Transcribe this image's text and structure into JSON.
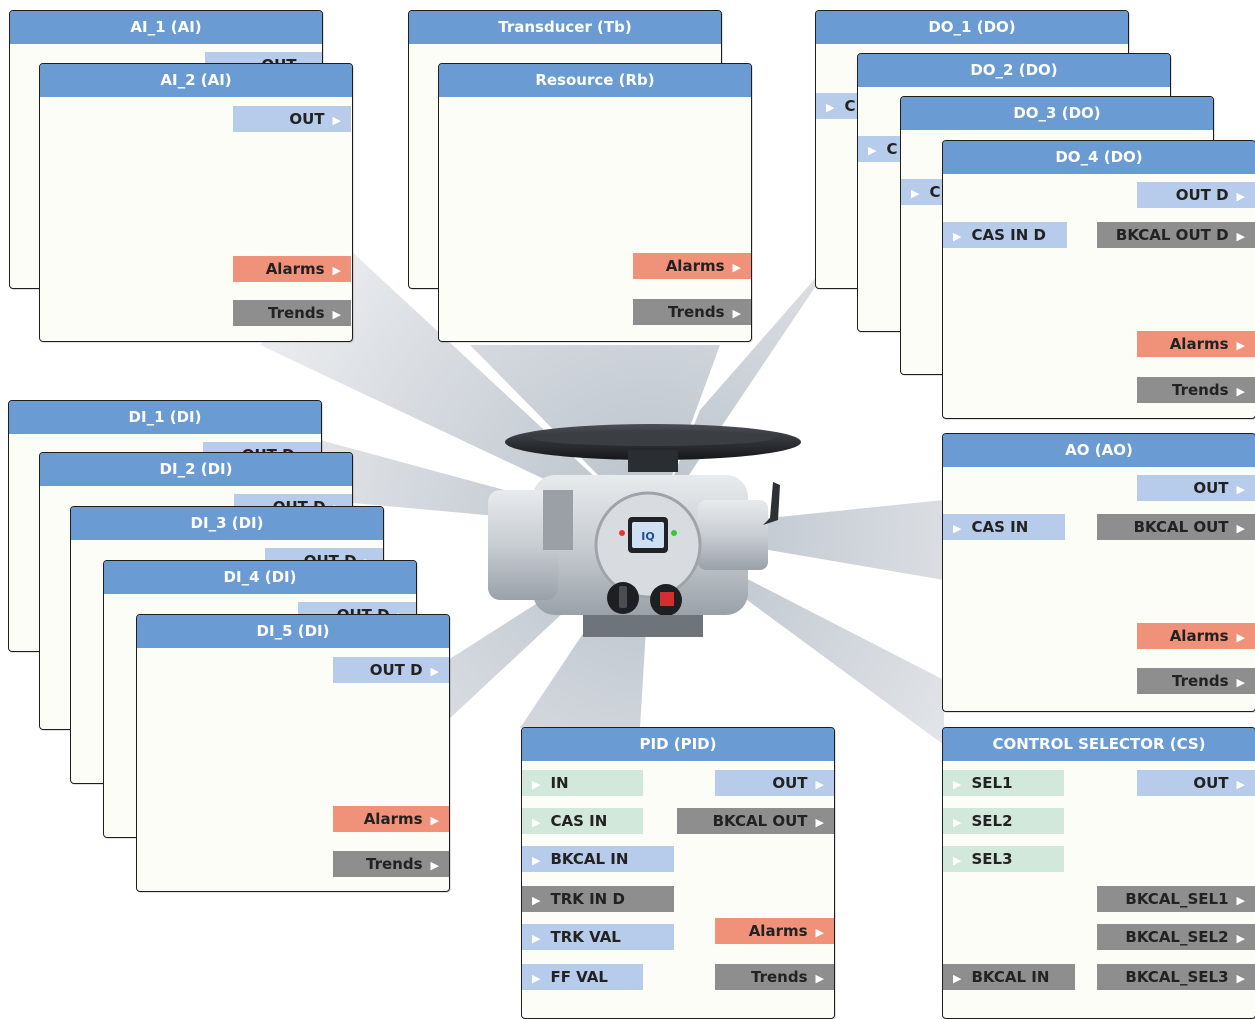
{
  "blocks": {
    "ai1": {
      "title": "AI_1 (AI)",
      "out": "OUT"
    },
    "ai2": {
      "title": "AI_2 (AI)",
      "out": "OUT",
      "alarms": "Alarms",
      "trends": "Trends"
    },
    "tb": {
      "title": "Transducer (Tb)"
    },
    "rb": {
      "title": "Resource (Rb)",
      "alarms": "Alarms",
      "trends": "Trends"
    },
    "do1": {
      "title": "DO_1 (DO)",
      "in_partial": "C"
    },
    "do2": {
      "title": "DO_2 (DO)",
      "in_partial": "C"
    },
    "do3": {
      "title": "DO_3 (DO)",
      "in_partial": "C"
    },
    "do4": {
      "title": "DO_4 (DO)",
      "out": "OUT D",
      "cas_in": "CAS IN D",
      "bkcal_out": "BKCAL OUT D",
      "alarms": "Alarms",
      "trends": "Trends"
    },
    "di1": {
      "title": "DI_1 (DI)",
      "out": "OUT D"
    },
    "di2": {
      "title": "DI_2 (DI)",
      "out": "OUT D"
    },
    "di3": {
      "title": "DI_3 (DI)",
      "out": "OUT D"
    },
    "di4": {
      "title": "DI_4 (DI)",
      "out": "OUT D"
    },
    "di5": {
      "title": "DI_5 (DI)",
      "out": "OUT D",
      "alarms": "Alarms",
      "trends": "Trends"
    },
    "ao": {
      "title": "AO (AO)",
      "out": "OUT",
      "cas_in": "CAS IN",
      "bkcal_out": "BKCAL OUT",
      "alarms": "Alarms",
      "trends": "Trends"
    },
    "pid": {
      "title": "PID (PID)",
      "in": "IN",
      "cas_in": "CAS IN",
      "bkcal_in": "BKCAL IN",
      "trk_in_d": "TRK IN D",
      "trk_val": "TRK VAL",
      "ff_val": "FF VAL",
      "out": "OUT",
      "bkcal_out": "BKCAL OUT",
      "alarms": "Alarms",
      "trends": "Trends"
    },
    "cs": {
      "title": "CONTROL SELECTOR (CS)",
      "sel1": "SEL1",
      "sel2": "SEL2",
      "sel3": "SEL3",
      "out": "OUT",
      "bkcal_sel1": "BKCAL_SEL1",
      "bkcal_sel2": "BKCAL_SEL2",
      "bkcal_sel3": "BKCAL_SEL3",
      "bkcal_in": "BKCAL IN"
    }
  },
  "actuator": {
    "display_logo": "IQ"
  },
  "icons": {
    "arrow": "triangle-right-icon"
  },
  "colors": {
    "header": "#6a9bd3",
    "io_blue": "#b7cbea",
    "io_green": "#d2e8db",
    "alarm": "#f0917a",
    "trend": "#8e8e8e"
  }
}
